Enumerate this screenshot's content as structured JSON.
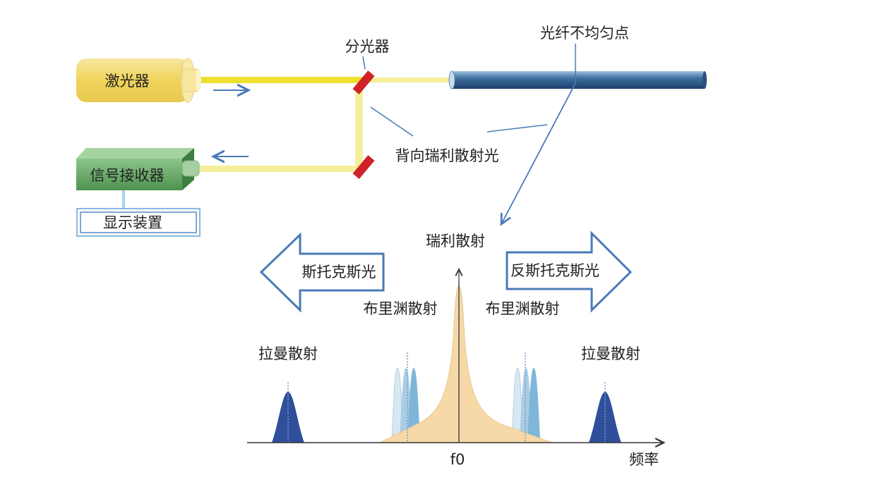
{
  "components": {
    "laser": "激光器",
    "receiver": "信号接收器",
    "display": "显示装置",
    "splitter": "分光器",
    "fiber_defect": "光纤不均匀点",
    "backscatter": "背向瑞利散射光"
  },
  "spectrum": {
    "rayleigh": "瑞利散射",
    "stokes": "斯托克斯光",
    "anti_stokes": "反斯托克斯光",
    "brillouin_left": "布里渊散射",
    "brillouin_right": "布里渊散射",
    "raman_left": "拉曼散射",
    "raman_right": "拉曼散射",
    "center_freq": "f0",
    "axis_label": "频率"
  },
  "colors": {
    "laser": "#f0d060",
    "beam": "#ece030",
    "return_beam": "#f5ef9a",
    "mirror": "#d0202a",
    "fiber": "#3a6a9a",
    "receiver": "#5fa060",
    "arrow": "#4a7ab8",
    "rayleigh_peak": "#f7d9a8",
    "raman_peak": "#2f4f9a",
    "brillouin_peak": "#8fc0dc"
  }
}
